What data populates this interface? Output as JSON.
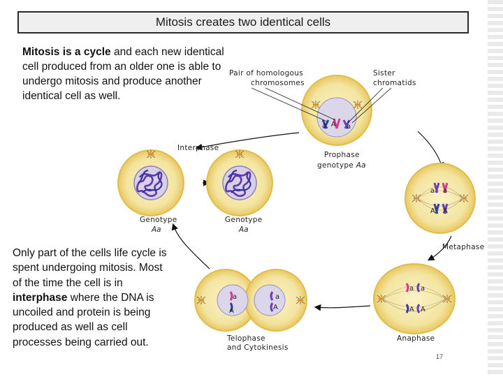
{
  "title": "Mitosis creates two identical cells",
  "intro": {
    "bold": "Mitosis is a cycle",
    "rest": " and each new identical cell produced from an older one is able to undergo mitosis and produce another identical cell as well."
  },
  "body": {
    "part1": "Only part of the cells life cycle is spent undergoing mitosis. Most of the time the cell is in ",
    "bold": "interphase",
    "part2": " where the DNA is uncoiled and protein is being produced as well as cell processes being carried out."
  },
  "diagram": {
    "pair_label_1": "Pair of homologous",
    "pair_label_2": "chromosomes",
    "sister_label_1": "Sister",
    "sister_label_2": "chromatids",
    "interphase_label": "Interphase",
    "prophase_label": "Prophase",
    "prophase_genotype_prefix": "genotype ",
    "prophase_genotype": "Aa",
    "genotype_left_label": "Genotype",
    "genotype_left_value": "Aa",
    "genotype_mid_label": "Genotype",
    "genotype_mid_value": "Aa",
    "metaphase_label": "Metaphase",
    "anaphase_label": "Anaphase",
    "telophase_label_1": "Telophase",
    "telophase_label_2": "and Cytokinesis",
    "gene_A": "A",
    "gene_a": "a",
    "colors": {
      "cell_fill": "#f1e39c",
      "cell_border": "#e6c04a",
      "nucleus": "#d8d2e8",
      "chromosome_purple": "#6a3fb8",
      "chromosome_blue": "#2f3fa0",
      "chromosome_pink": "#d63a8a",
      "arrow": "#111111"
    }
  },
  "page_number": "17"
}
